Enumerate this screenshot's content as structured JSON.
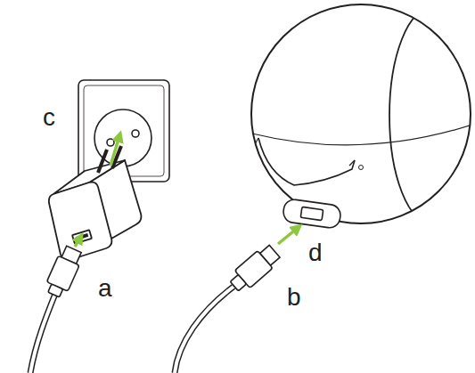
{
  "diagram": {
    "labels": [
      "c",
      "d",
      "a",
      "b"
    ]
  }
}
